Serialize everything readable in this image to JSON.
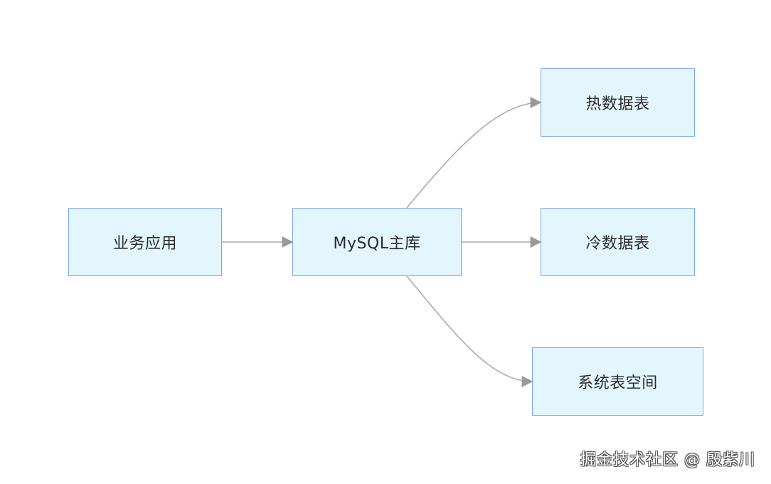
{
  "nodes": {
    "app": "业务应用",
    "mysql": "MySQL主库",
    "hot": "热数据表",
    "cold": "冷数据表",
    "system": "系统表空间"
  },
  "watermark": "掘金技术社区 @ 殷紫川",
  "colors": {
    "node_fill": "#e3f5fd",
    "node_border": "#7aa7e0",
    "edge": "#aaaaaa",
    "arrowhead": "#999999"
  }
}
